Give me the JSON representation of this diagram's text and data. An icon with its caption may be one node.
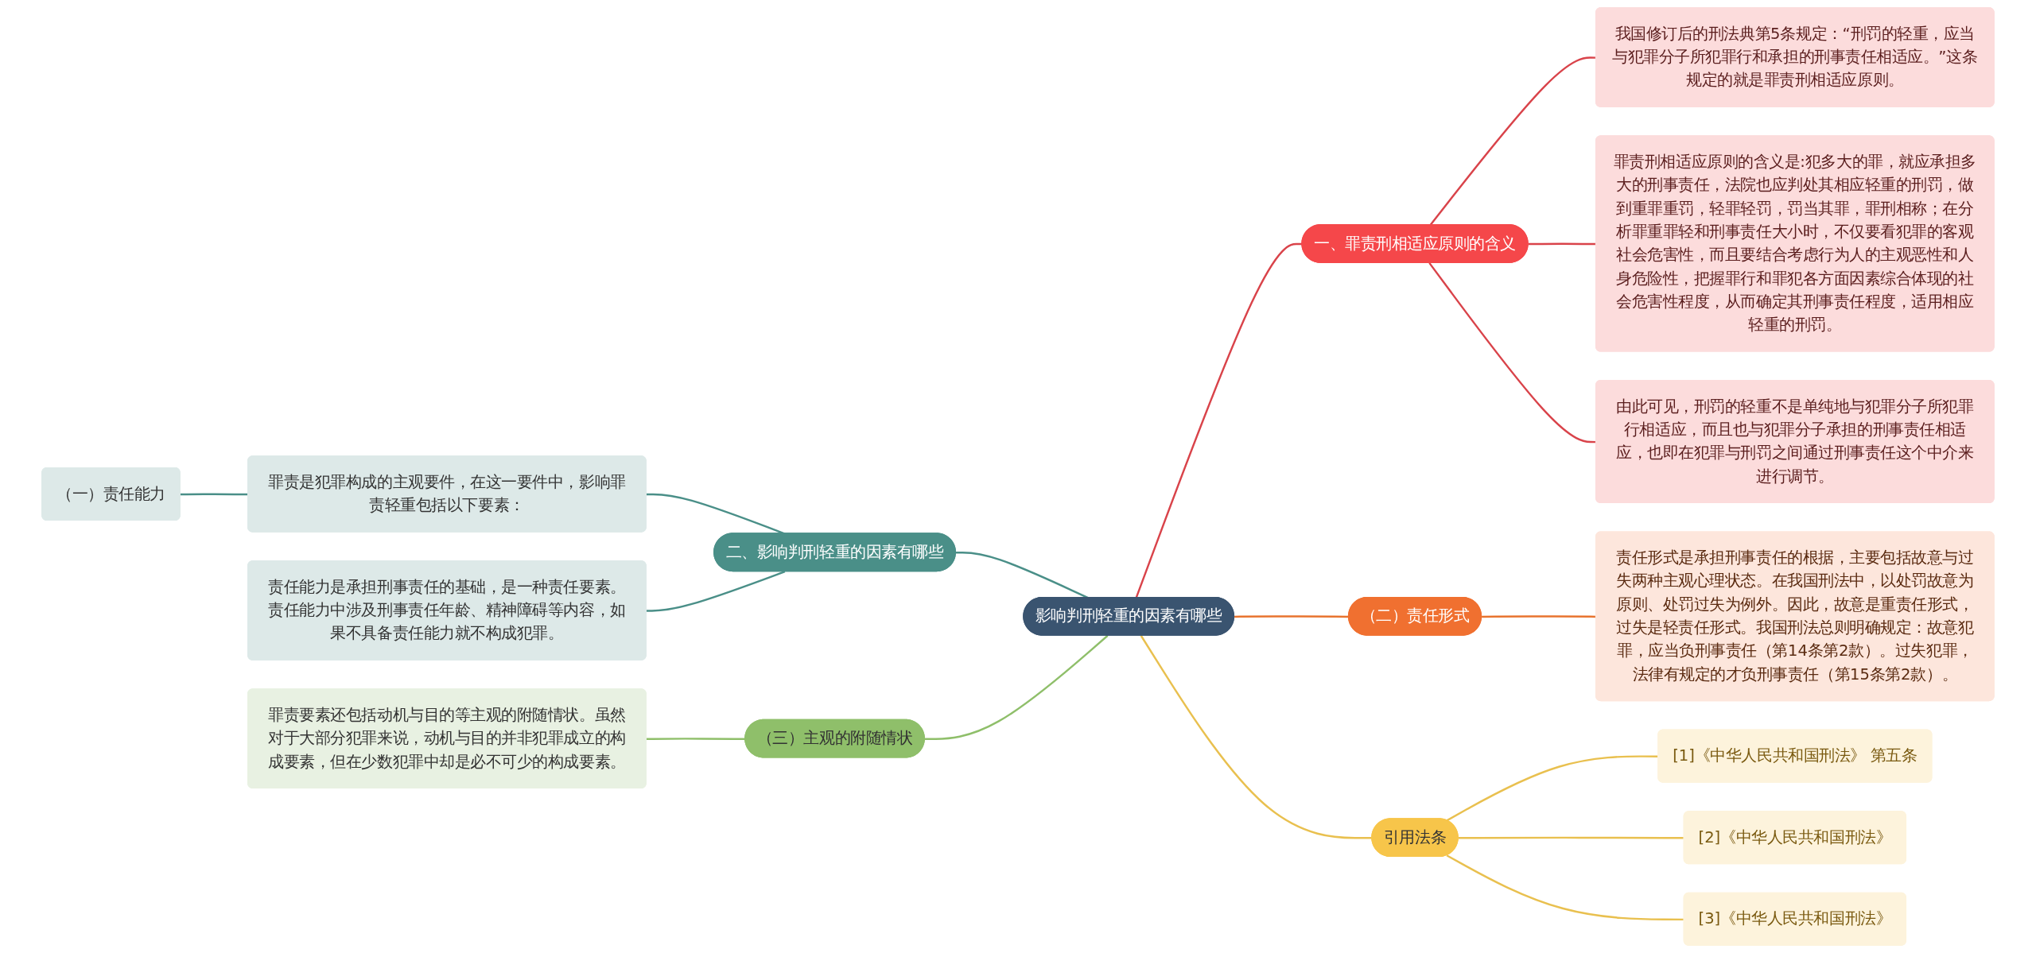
{
  "diagram": {
    "nodes": [
      {
        "text": [
          "影响判刑轻重的因素有哪些"
        ]
      },
      {
        "text": [
          "一、罪责刑相适应原则的含义"
        ]
      },
      {
        "text": [
          "我国修订后的刑法典第5条规定：“刑罚的轻重，应当与犯罪分子所犯罪行和承担的刑事责任相适应。”这条规定的就是罪责刑相适应原则。"
        ]
      },
      {
        "text": [
          "罪责刑相适应原则的含义是:犯多大的罪，就应承担多大的刑事责任，法院也应判处其相应轻重的刑罚，做到重罪重罚，轻罪轻罚，罚当其罪，罪刑相称；在分析罪重罪轻和刑事责任大小时，不仅要看犯罪的客观社会危害性，而且要结合考虑行为人的主观恶性和人身危险性，把握罪行和罪犯各方面因素综合体现的社会危害性程度，从而确定其刑事责任程度，适用相应轻重的刑罚。"
        ]
      },
      {
        "text": [
          "由此可见，刑罚的轻重不是单纯地与犯罪分子所犯罪行相适应，而且也与犯罪分子承担的刑事责任相适应，也即在犯罪与刑罚之间通过刑事责任这个中介来进行调节。"
        ]
      },
      {
        "text": [
          "（二）责任形式"
        ]
      },
      {
        "text": [
          "责任形式是承担刑事责任的根据，主要包括故意与过失两种主观心理状态。在我国刑法中，以处罚故意为原则、处罚过失为例外。因此，故意是重责任形式，过失是轻责任形式。我国刑法总则明确规定：故意犯罪，应当负刑事责任（第14条第2款）。过失犯罪，法律有规定的才负刑事责任（第15条第2款）。"
        ]
      },
      {
        "text": [
          "引用法条"
        ]
      },
      {
        "text": [
          "[1]《中华人民共和国刑法》 第五条"
        ]
      },
      {
        "text": [
          "[2]《中华人民共和国刑法》"
        ]
      },
      {
        "text": [
          "[3]《中华人民共和国刑法》"
        ]
      },
      {
        "text": [
          "二、影响判刑轻重的因素有哪些"
        ]
      },
      {
        "text": [
          "罪责是犯罪构成的主观要件，在这一要件中，影响罪责轻重包括以下要素："
        ]
      },
      {
        "text": [
          "（一）责任能力"
        ]
      },
      {
        "text": [
          "责任能力是承担刑事责任的基础，是一种责任要素。责任能力中涉及刑事责任年龄、精神障碍等内容，如果不具备责任能力就不构成犯罪。"
        ]
      },
      {
        "text": [
          "（三）主观的附随情状"
        ]
      },
      {
        "text": [
          "罪责要素还包括动机与目的等主观的附随情状。虽然对于大部分犯罪来说，动机与目的并非犯罪成立的构成要素，但在少数犯罪中却是必不可少的构成要素。"
        ]
      }
    ],
    "edges": [
      {
        "from": 0,
        "to": 1,
        "arrow": "none",
        "color": "#d9434a"
      },
      {
        "from": 1,
        "to": 2,
        "arrow": "none",
        "color": "#d9434a"
      },
      {
        "from": 1,
        "to": 3,
        "arrow": "none",
        "color": "#d9434a"
      },
      {
        "from": 1,
        "to": 4,
        "arrow": "none",
        "color": "#d9434a"
      },
      {
        "from": 0,
        "to": 5,
        "arrow": "none",
        "color": "#e8742f"
      },
      {
        "from": 5,
        "to": 6,
        "arrow": "none",
        "color": "#e8742f"
      },
      {
        "from": 0,
        "to": 7,
        "arrow": "none",
        "color": "#e9c04f"
      },
      {
        "from": 7,
        "to": 8,
        "arrow": "none",
        "color": "#e9c04f"
      },
      {
        "from": 7,
        "to": 9,
        "arrow": "none",
        "color": "#e9c04f"
      },
      {
        "from": 7,
        "to": 10,
        "arrow": "none",
        "color": "#e9c04f"
      },
      {
        "from": 11,
        "to": 0,
        "arrow": "none",
        "color": "#4a8f88"
      },
      {
        "from": 12,
        "to": 11,
        "arrow": "none",
        "color": "#4a8f88"
      },
      {
        "from": 13,
        "to": 12,
        "arrow": "none",
        "color": "#4a8f88"
      },
      {
        "from": 14,
        "to": 11,
        "arrow": "none",
        "color": "#4a8f88"
      },
      {
        "from": 15,
        "to": 0,
        "arrow": "none",
        "color": "#8fbf6a"
      },
      {
        "from": 16,
        "to": 15,
        "arrow": "none",
        "color": "#8fbf6a"
      }
    ]
  }
}
